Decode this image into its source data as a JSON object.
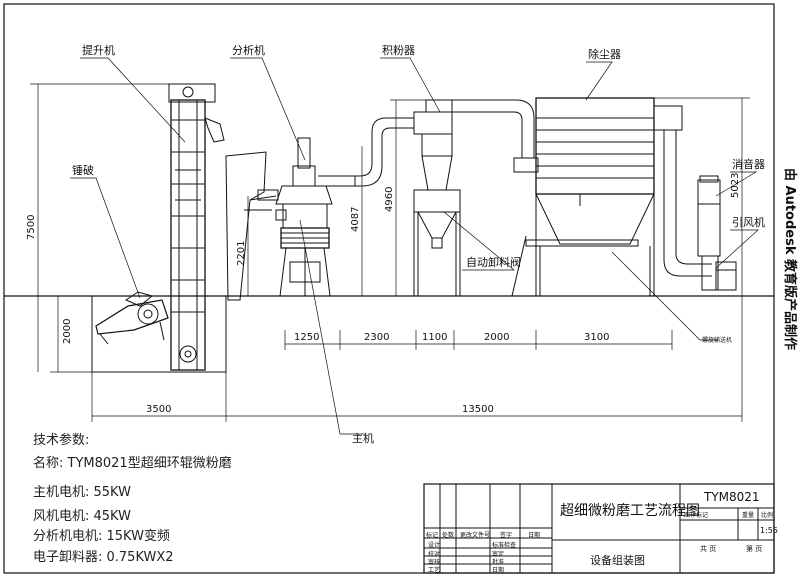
{
  "labels": {
    "elevator": "提升机",
    "classifier": "分析机",
    "cyclone": "积粉器",
    "dust_collector": "除尘器",
    "hammer_crusher": "锤破",
    "silencer": "消音器",
    "fan": "引风机",
    "auto_valve": "自动卸料阀",
    "main_mill": "主机",
    "small_note": "螺旋输送机"
  },
  "dimensions": {
    "h_7500": "7500",
    "h_2000": "2000",
    "h_2201": "2201",
    "h_4087": "4087",
    "h_4960": "4960",
    "h_5023": "5023",
    "w_1250": "1250",
    "w_2300": "2300",
    "w_1100": "1100",
    "w_2000": "2000",
    "w_3100": "3100",
    "w_3500": "3500",
    "w_13500": "13500"
  },
  "specs": {
    "heading": "技术参数:",
    "name": "名称: TYM8021型超细环辊微粉磨",
    "main_motor": "主机电机: 55KW",
    "fan_motor": "风机电机: 45KW",
    "classifier_motor": "分析机电机: 15KW变频",
    "discharger": "电子卸料器: 0.75KWX2"
  },
  "title_block": {
    "drawing_title": "超细微粉磨工艺流程图",
    "drawing_number": "TYM8021",
    "sub_title": "设备组装图",
    "scale_value": "1:55",
    "col_marker": "图样标记",
    "col_weight": "重量",
    "col_scale": "比例",
    "col_sheet": "共 页",
    "col_page": "第 页",
    "row_mark": "标记",
    "row_count": "处数",
    "row_doc": "更改文件号",
    "row_sign": "签字",
    "row_date": "日期",
    "row_design": "设计",
    "row_check": "校对",
    "row_audit": "审核",
    "row_process": "工艺",
    "row_std": "标准检查",
    "row_review": "审定",
    "row_approve": "批准",
    "row_date2": "日期"
  },
  "side_note": "由 Autodesk 教育版产品制作"
}
